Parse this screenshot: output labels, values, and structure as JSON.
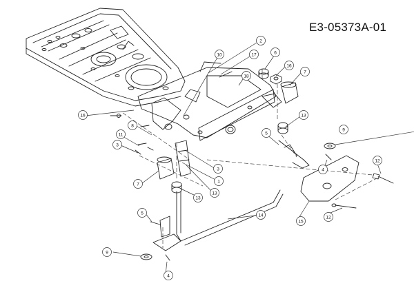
{
  "document": {
    "code": "E3-05373A-01"
  },
  "callouts": [
    {
      "id": "c1",
      "label": "2"
    },
    {
      "id": "c2",
      "label": "10"
    },
    {
      "id": "c3",
      "label": "17"
    },
    {
      "id": "c4",
      "label": "6"
    },
    {
      "id": "c5",
      "label": "16"
    },
    {
      "id": "c6",
      "label": "18"
    },
    {
      "id": "c7",
      "label": "7"
    },
    {
      "id": "c8",
      "label": "16"
    },
    {
      "id": "c9",
      "label": "8"
    },
    {
      "id": "c10",
      "label": "11"
    },
    {
      "id": "c11",
      "label": "3"
    },
    {
      "id": "c12",
      "label": "7"
    },
    {
      "id": "c13",
      "label": "3"
    },
    {
      "id": "c14",
      "label": "1"
    },
    {
      "id": "c15",
      "label": "13"
    },
    {
      "id": "c16",
      "label": "13"
    },
    {
      "id": "c17",
      "label": "5"
    },
    {
      "id": "c18",
      "label": "9"
    },
    {
      "id": "c19",
      "label": "4"
    },
    {
      "id": "c20",
      "label": "12"
    },
    {
      "id": "c21",
      "label": "15"
    },
    {
      "id": "c22",
      "label": "12"
    },
    {
      "id": "c23",
      "label": "14"
    },
    {
      "id": "c24",
      "label": "5"
    },
    {
      "id": "c25",
      "label": "9"
    },
    {
      "id": "c26",
      "label": "4"
    },
    {
      "id": "c27",
      "label": "13"
    }
  ]
}
